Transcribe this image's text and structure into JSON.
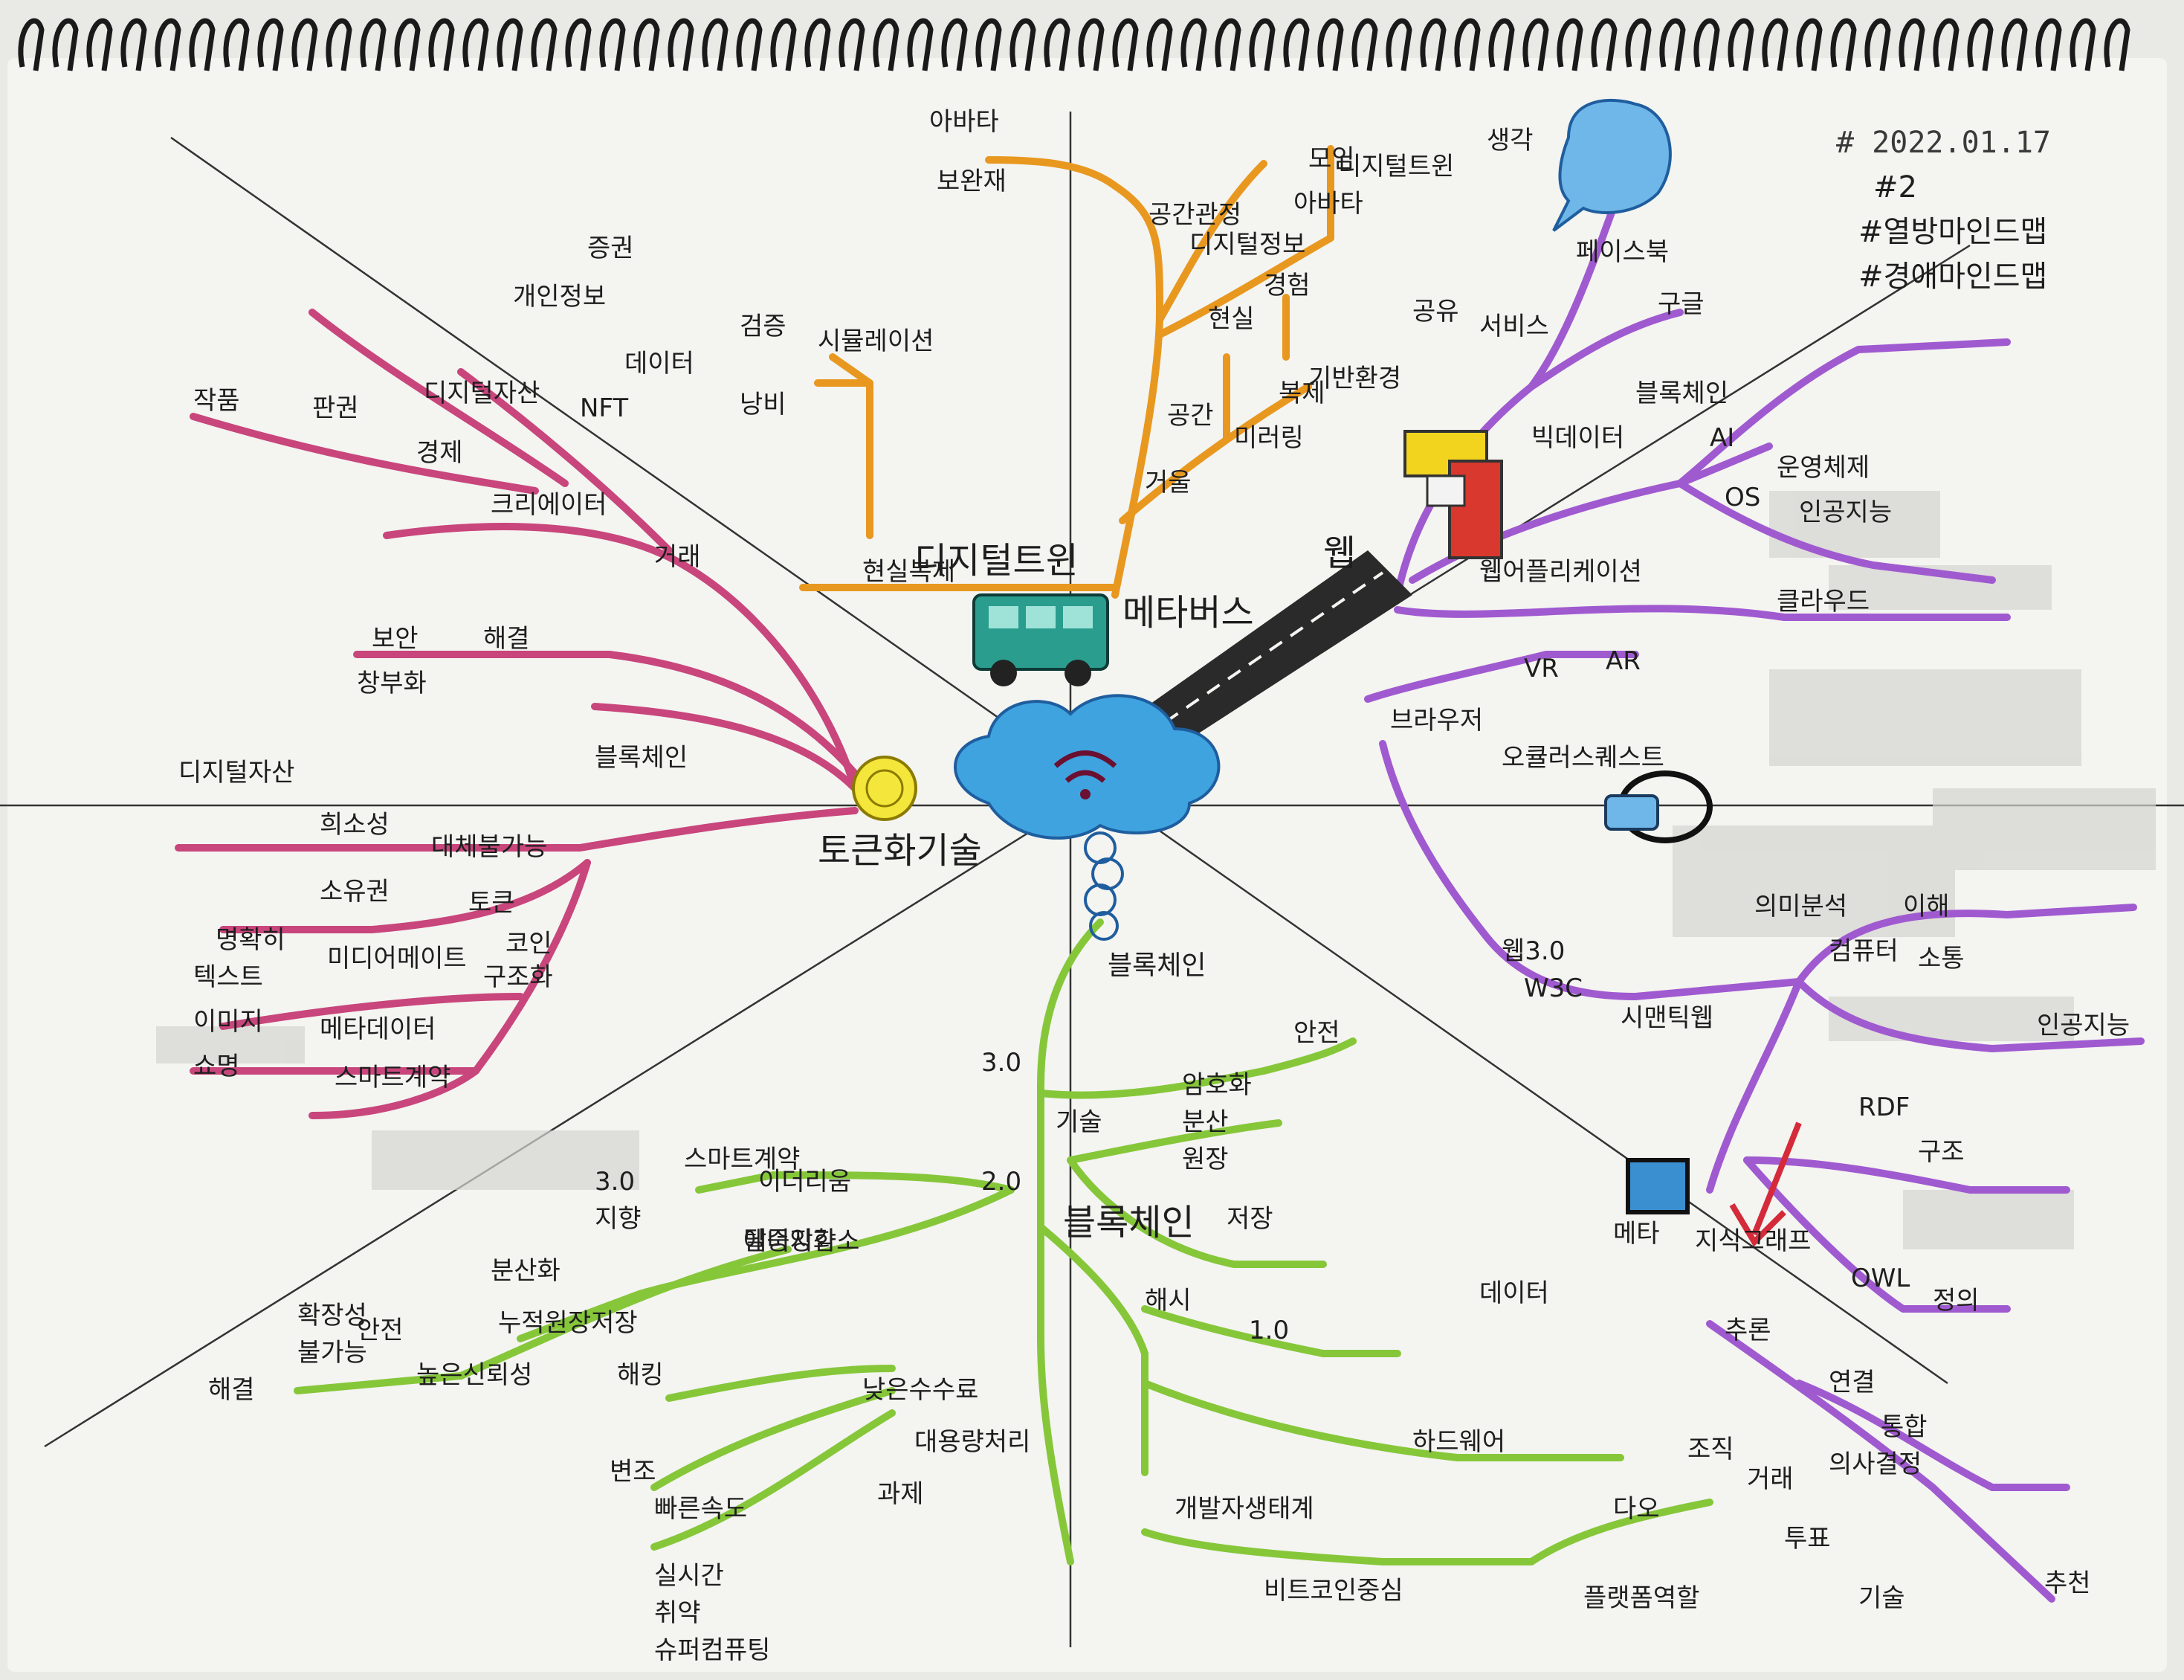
{
  "notebook": {
    "tag_date": "# 2022.01.17",
    "tags": [
      "#2",
      "#열방마인드맵",
      "#경애마인드맵"
    ]
  },
  "center": {
    "label": "메타버스",
    "sub_label": "블록체인"
  },
  "colors": {
    "orange": "#e8981f",
    "magenta": "#c8467c",
    "purple": "#a05ad0",
    "green": "#86c73a",
    "black": "#2a2a2a",
    "cloud": "#3fa3e0",
    "paper": "#f4f4f1",
    "spiral": "#1a1a1a"
  },
  "branches": {
    "orange": {
      "hub": "디지털트윈",
      "items": [
        "아바타",
        "보완재",
        "공간관정",
        "디지털정보",
        "모임",
        "아바타",
        "디지털트윈",
        "경험",
        "현실",
        "복제",
        "공간",
        "미러링",
        "시뮬레이션",
        "검증",
        "낭비",
        "거울",
        "현실복제"
      ]
    },
    "magenta": {
      "hub": "토큰화기술",
      "items": [
        "증권",
        "개인정보",
        "데이터",
        "디지털자산",
        "NFT",
        "작품",
        "판권",
        "경제",
        "크리에이터",
        "거래",
        "보안",
        "창부화",
        "해결",
        "블록체인",
        "디지털자산",
        "희소성",
        "대체불가능",
        "소유권",
        "토큰",
        "명확히",
        "코인",
        "텍스트",
        "미디어메이트",
        "구조화",
        "이미지",
        "메타데이터",
        "쇼명",
        "스마트계약"
      ]
    },
    "purple": {
      "hub": "웹",
      "items": [
        "생각",
        "공유",
        "기반환경",
        "서비스",
        "페이스북",
        "구글",
        "빅데이터",
        "블록체인",
        "AI",
        "OS",
        "운영체제",
        "인공지능",
        "클라우드",
        "웹어플리케이션",
        "브라우저",
        "VR",
        "AR",
        "오큘러스퀘스트",
        "웹3.0",
        "W3C",
        "시맨틱웹",
        "의미분석",
        "컴퓨터",
        "이해",
        "소통",
        "인공지능",
        "RDF",
        "구조",
        "OWL",
        "정의",
        "지식그래프",
        "데이터",
        "메타",
        "추론",
        "연결",
        "통합",
        "조직",
        "거래",
        "의사결정",
        "투표",
        "다오",
        "플랫폼역할",
        "추천",
        "기술"
      ]
    },
    "green": {
      "hub": "블록체인",
      "items": [
        "3.0",
        "안전",
        "기술",
        "암호화",
        "분산",
        "원장",
        "저장",
        "해시",
        "1.0",
        "하드웨어",
        "개발자생태계",
        "비트코인중심",
        "2.0",
        "이더리움",
        "스마트계약",
        "3.0",
        "지향",
        "탈중앙화",
        "분산화",
        "누적원장저장",
        "안전",
        "불가능",
        "해킹",
        "변조",
        "빠른속도",
        "실시간",
        "취약",
        "슈퍼컴퓨팅",
        "과제",
        "대용량처리",
        "낮은수수료",
        "에너지감소",
        "높은신뢰성",
        "해결",
        "확장성"
      ]
    }
  }
}
